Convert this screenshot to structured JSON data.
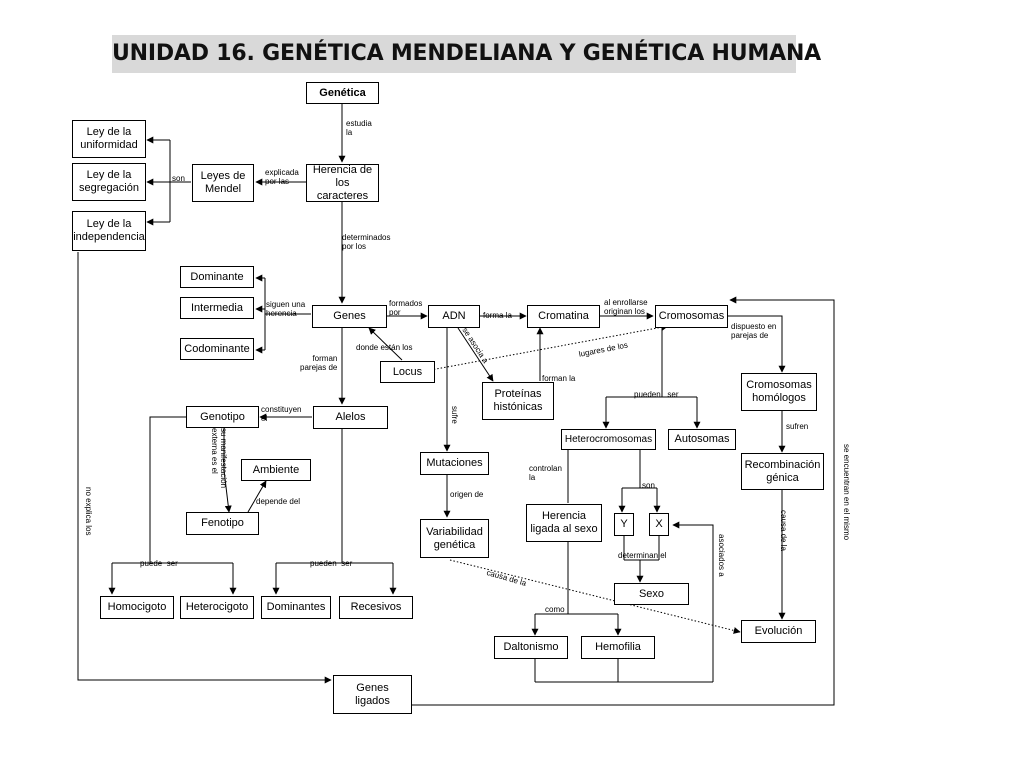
{
  "title": "UNIDAD 16. GENÉTICA MENDELIANA Y GENÉTICA HUMANA",
  "nodes": {
    "genetica": "Genética",
    "herencia": [
      "Herencia de",
      "los caracteres"
    ],
    "leyes": [
      "Leyes de",
      "Mendel"
    ],
    "uniformidad": [
      "Ley de la",
      "uniformidad"
    ],
    "segregacion": [
      "Ley de la",
      "segregación"
    ],
    "independencia": [
      "Ley de la",
      "independencia"
    ],
    "dominante": "Dominante",
    "intermedia": "Intermedia",
    "codominante": "Codominante",
    "genes": "Genes",
    "adn": "ADN",
    "cromatina": "Cromatina",
    "cromosomas": "Cromosomas",
    "locus": "Locus",
    "proteinas": [
      "Proteínas",
      "histónicas"
    ],
    "cromosomas_homologos": [
      "Cromosomas",
      "homólogos"
    ],
    "genotipo": "Genotipo",
    "alelos": "Alelos",
    "ambiente": "Ambiente",
    "fenotipo": "Fenotipo",
    "mutaciones": "Mutaciones",
    "variabilidad": [
      "Variabilidad",
      "genética"
    ],
    "heterocromosomas": "Heterocromosomas",
    "autosomas": "Autosomas",
    "recombinacion": [
      "Recombinación",
      "génica"
    ],
    "herencia_sexo": [
      "Herencia",
      "ligada al sexo"
    ],
    "y": "Y",
    "x": "X",
    "sexo": "Sexo",
    "evolucion": "Evolución",
    "homocigoto": "Homocigoto",
    "heterocigoto": "Heterocigoto",
    "dominantes": "Dominantes",
    "recesivos": "Recesivos",
    "daltonismo": "Daltonismo",
    "hemofilia": "Hemofilia",
    "genes_ligados": [
      "Genes",
      "ligados"
    ]
  },
  "labels": {
    "estudia": [
      "estudia",
      "la"
    ],
    "explicada": [
      "explicada",
      "por las"
    ],
    "son": "son",
    "determinados": [
      "determinados",
      "por los"
    ],
    "siguen": [
      "siguen una",
      "herencia"
    ],
    "formados": [
      "formados",
      "por"
    ],
    "forma_la": "forma la",
    "al_enrollarse": [
      "al enrollarse",
      "originan los"
    ],
    "dispuesto": [
      "dispuesto en",
      "parejas de"
    ],
    "donde": "donde están los",
    "lugares": "lugares de los",
    "se_asocia": "se asocia a",
    "forman_la": "forman la",
    "forman_parejas": [
      "forman",
      "parejas de"
    ],
    "constituyen": [
      "constituyen",
      "el"
    ],
    "sufre": "sufre",
    "pueden_ser_1": [
      "pueden",
      "ser"
    ],
    "sufren": "sufren",
    "expresion": [
      "su manifestación",
      "externa es el"
    ],
    "depende": "depende del",
    "controlan": [
      "controlan",
      "la"
    ],
    "son2": "son",
    "origen": "origen de",
    "causa_de_la_1": "causa de la",
    "determinan": [
      "determinan",
      "el"
    ],
    "asociados": "asociados a",
    "pueden_ser_2": [
      "puede",
      "ser"
    ],
    "pueden_ser_3": [
      "pueden",
      "ser"
    ],
    "como": "como",
    "causa_de_la_2": "causa de la",
    "no_explica": "no explica los",
    "se_encuentran": "se encuentran en el mismo"
  }
}
